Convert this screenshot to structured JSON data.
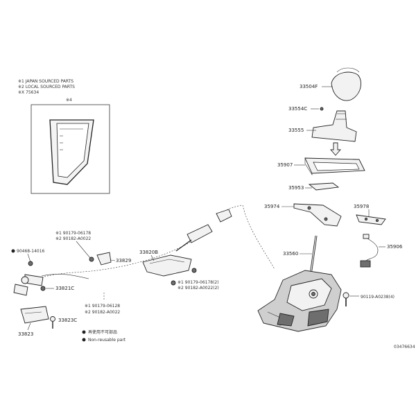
{
  "legend": {
    "line1": "※1 JAPAN SOURCED PARTS",
    "line2": "※2 LOCAL SOURCED PARTS",
    "line3": "※X 75634",
    "inset_label": "※4"
  },
  "parts": {
    "p33504F": "33504F",
    "p33554C": "33554C",
    "p33555": "33555",
    "p35907": "35907",
    "p35953": "35953",
    "p35974": "35974",
    "p35978": "35978",
    "p35906": "35906",
    "p33560": "33560",
    "p90119": "90119-A0238(4)",
    "p33820B": "33820B",
    "p33829": "33829",
    "p33821C": "33821C",
    "p33823C": "33823C",
    "p33823": "33823",
    "p90468": "90468-14016"
  },
  "callouts": {
    "a1": "※1  90179-06178",
    "a2": "※2  90182-A0022",
    "b1": "※1  90179-06178(2)",
    "b2": "※2  90182-A0022(2)",
    "c1": "※1  90179-06128",
    "c2": "※2  90182-A0022"
  },
  "notes": {
    "note1": "再使用不可部品",
    "note2": "Non-reusable part"
  },
  "figure_code": "03476634"
}
